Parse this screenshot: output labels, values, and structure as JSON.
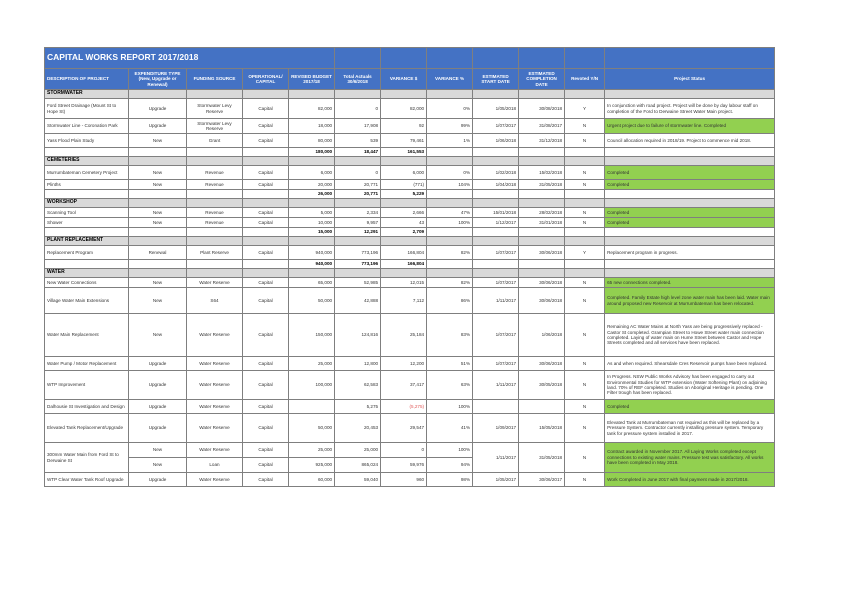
{
  "report_title": "CAPITAL WORKS REPORT 2017/2018",
  "headers": [
    "DESCRIPTION OF PROJECT",
    "EXPENDITURE TYPE (New, Upgrade or Renewal)",
    "FUNDING SOURCE",
    "OPERATIONAL/ CAPITAL",
    "REVISED BUDGET 2017/18",
    "Total Actuals 30/6/2018",
    "VARIANCE $",
    "VARIANCE %",
    "ESTIMATED START DATE",
    "ESTIMATED COMPLETION DATE",
    "Revoted Y/N",
    "Project Status"
  ],
  "rows": [
    {
      "kind": "section",
      "name": "STORMWATER"
    },
    {
      "kind": "row",
      "h": 19,
      "cells": [
        "Ford Street Drainage (Mount St to Hope St)",
        "Upgrade",
        "Stormwater Levy Reserve",
        "Capital",
        "82,000",
        "0",
        "82,000",
        "0%",
        "1/05/2018",
        "30/08/2018",
        "Y",
        "In conjunction with road project. Project will be done by day labour staff on completion of the Ford to Derwaine Street Water Main project."
      ],
      "status_green": false
    },
    {
      "kind": "row",
      "h": 14,
      "cells": [
        "Stormwater Line - Coronation Park",
        "Upgrade",
        "Stormwater Levy Reserve",
        "Capital",
        "18,000",
        "17,908",
        "92",
        "99%",
        "1/07/2017",
        "31/08/2017",
        "N",
        "Urgent project due to failure of stormwater line. Completed"
      ],
      "status_green": true
    },
    {
      "kind": "row",
      "h": 13,
      "cells": [
        "Yass Flood Plain Study",
        "New",
        "Grant",
        "Capital",
        "80,000",
        "539",
        "79,461",
        "1%",
        "1/06/2018",
        "31/12/2018",
        "N",
        "Council allocation required in 2018/19. Project to commence mid 2018."
      ],
      "status_green": false
    },
    {
      "kind": "total",
      "cells": [
        "",
        "",
        "",
        "",
        "180,000",
        "18,447",
        "161,553",
        "",
        "",
        "",
        "",
        ""
      ]
    },
    {
      "kind": "section",
      "name": "CEMETERIES"
    },
    {
      "kind": "row",
      "h": 13,
      "cells": [
        "Murrumbateman Cemetery Project",
        "New",
        "Revenue",
        "Capital",
        "6,000",
        "0",
        "6,000",
        "0%",
        "1/02/2018",
        "15/02/2018",
        "N",
        "Completed"
      ],
      "status_green": true
    },
    {
      "kind": "row",
      "h": 9,
      "cells": [
        "Plinths",
        "New",
        "Revenue",
        "Capital",
        "20,000",
        "20,771",
        "(771)",
        "104%",
        "1/04/2018",
        "31/05/2018",
        "N",
        "Completed"
      ],
      "status_green": true
    },
    {
      "kind": "total",
      "cells": [
        "",
        "",
        "",
        "",
        "26,000",
        "20,771",
        "5,229",
        "",
        "",
        "",
        "",
        ""
      ]
    },
    {
      "kind": "section",
      "name": "WORKSHOP"
    },
    {
      "kind": "row",
      "h": 9,
      "cells": [
        "Scanning Tool",
        "New",
        "Revenue",
        "Capital",
        "5,000",
        "2,334",
        "2,666",
        "47%",
        "15/01/2018",
        "28/02/2018",
        "N",
        "Completed"
      ],
      "status_green": true
    },
    {
      "kind": "row",
      "h": 9,
      "cells": [
        "Shower",
        "New",
        "Revenue",
        "Capital",
        "10,000",
        "9,957",
        "43",
        "100%",
        "1/12/2017",
        "31/01/2018",
        "N",
        "Completed"
      ],
      "status_green": true
    },
    {
      "kind": "total",
      "cells": [
        "",
        "",
        "",
        "",
        "15,000",
        "12,291",
        "2,709",
        "",
        "",
        "",
        "",
        ""
      ]
    },
    {
      "kind": "section",
      "name": "PLANT REPLACEMENT"
    },
    {
      "kind": "row",
      "h": 13,
      "cells": [
        "Replacement Program",
        "Renewal",
        "Plant Reserve",
        "Capital",
        "940,000",
        "773,196",
        "166,804",
        "82%",
        "1/07/2017",
        "30/06/2018",
        "Y",
        "Replacement program in progress."
      ],
      "status_green": false
    },
    {
      "kind": "total",
      "cells": [
        "",
        "",
        "",
        "",
        "940,000",
        "773,196",
        "166,804",
        "",
        "",
        "",
        "",
        ""
      ]
    },
    {
      "kind": "section",
      "name": "WATER"
    },
    {
      "kind": "row",
      "h": 9,
      "cells": [
        "New Water Connections",
        "New",
        "Water Reserve",
        "Capital",
        "65,000",
        "52,985",
        "12,015",
        "82%",
        "1/07/2017",
        "30/06/2018",
        "N",
        "65 new connections completed."
      ],
      "status_green": true
    },
    {
      "kind": "row",
      "h": 25,
      "cells": [
        "Village Water Main Extensions",
        "New",
        "S64",
        "Capital",
        "50,000",
        "42,888",
        "7,112",
        "86%",
        "1/11/2017",
        "30/06/2018",
        "N",
        "Completed. Family Estate high level zone water main has been laid. Water main around proposed new Reservoir at Murrumbateman has been relocated."
      ],
      "status_green": true
    },
    {
      "kind": "row",
      "h": 42,
      "cells": [
        "Water Main Replacement",
        "New",
        "Water Reserve",
        "Capital",
        "150,000",
        "124,816",
        "25,184",
        "83%",
        "1/07/2017",
        "1/06/2018",
        "N",
        "Remaining AC Water Mains at North Yass are being progressively replaced - Castor St completed. Grampian Street to Howe Street water main connection completed. Laying of water main on Hume Street between Castor and Hope Streets completed and all services have been replaced."
      ],
      "status_green": false
    },
    {
      "kind": "row",
      "h": 13,
      "cells": [
        "Water Pump / Motor Replacement",
        "Upgrade",
        "Water Reserve",
        "Capital",
        "25,000",
        "12,800",
        "12,200",
        "51%",
        "1/07/2017",
        "30/06/2018",
        "N",
        "As and when required. Shearsdale Cres Reservoir pumps have been replaced."
      ],
      "status_green": false
    },
    {
      "kind": "row",
      "h": 28,
      "cells": [
        "WTP Improvement",
        "Upgrade",
        "Water Reserve",
        "Capital",
        "100,000",
        "62,583",
        "37,417",
        "63%",
        "1/11/2017",
        "30/05/2018",
        "N",
        "In Progress. NSW Public Works Advisory has been engaged to carry out Environmental Studies for WTP extension (Water Softening Plant) on adjoining land. 70% of REF completed. Studies on Aboriginal Heritage is pending. One Filter trough has been replaced."
      ],
      "status_green": false
    },
    {
      "kind": "row",
      "h": 13,
      "cells": [
        "Dalhousie St Investigation and Design",
        "Upgrade",
        "Water Reserve",
        "Capital",
        "",
        "5,275",
        "(5,275)",
        "100%",
        "",
        "",
        "N",
        "Completed"
      ],
      "status_green": true
    },
    {
      "kind": "row",
      "h": 28,
      "cells": [
        "Elevated Tank Replacement/Upgrade",
        "Upgrade",
        "Water Reserve",
        "Capital",
        "50,000",
        "20,453",
        "29,547",
        "41%",
        "1/09/2017",
        "15/05/2018",
        "N",
        "Elevated Tank at Murrumbateman not required as this will be replaced by a Pressure System. Contractor currently installing pressure system. Temporary tank for pressure system installed in 2017."
      ],
      "status_green": false
    },
    {
      "kind": "row2",
      "h1": 14,
      "h2": 14,
      "desc": "300mm Water Main from Ford St to Derwaine St",
      "a": [
        "New",
        "Water Reserve",
        "Capital",
        "25,000",
        "25,000",
        "0",
        "100%"
      ],
      "b": [
        "New",
        "Loan",
        "Capital",
        "925,000",
        "865,024",
        "59,976",
        "94%"
      ],
      "start": "1/11/2017",
      "end": "31/05/2018",
      "revoted": "N",
      "status": "Contract awarded in November 2017. All Laying Works completed except connections to existing water mains. Pressure test was satisfactory. All works have been completed in May 2018.",
      "status_green": true
    },
    {
      "kind": "row",
      "h": 13,
      "cells": [
        "WTP Clear Water Tank Roof Upgrade",
        "Upgrade",
        "Water Reserve",
        "Capital",
        "60,000",
        "59,040",
        "960",
        "98%",
        "1/05/2017",
        "30/06/2017",
        "N",
        "Work Completed in June 2017 with final payment made in 2017/2018."
      ],
      "status_green": true
    }
  ]
}
